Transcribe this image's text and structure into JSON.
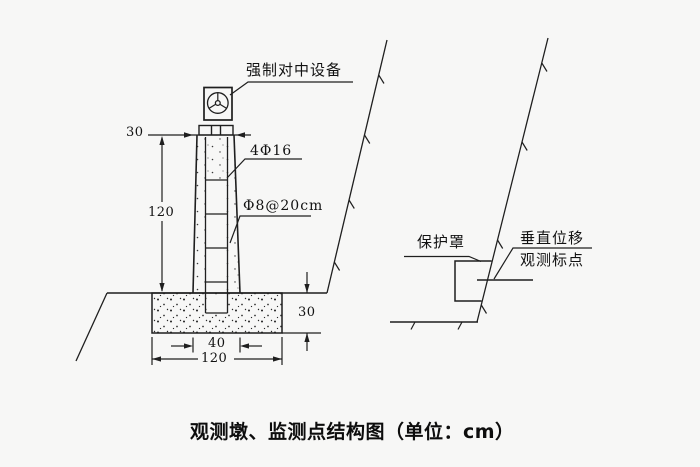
{
  "caption": "观测墩、监测点结构图（单位：cm）",
  "figure_left": {
    "name": "observation-pier-section",
    "labels": {
      "centering_device": "强制对中设备",
      "rebar": "4Φ16",
      "stirrup": "Φ8@20cm"
    },
    "dims": {
      "pier_top_width": "30",
      "pier_height": "120",
      "foundation_depth": "30",
      "pier_width": "40",
      "foundation_width": "120"
    }
  },
  "figure_right": {
    "name": "slope-monitoring-point-detail",
    "labels": {
      "protective_cover": "保护罩",
      "mark_line1": "垂直位移",
      "mark_line2": "观测标点"
    }
  },
  "colors": {
    "line": "#1f1f1f",
    "background": "#f7f7f6",
    "text": "#121212"
  }
}
